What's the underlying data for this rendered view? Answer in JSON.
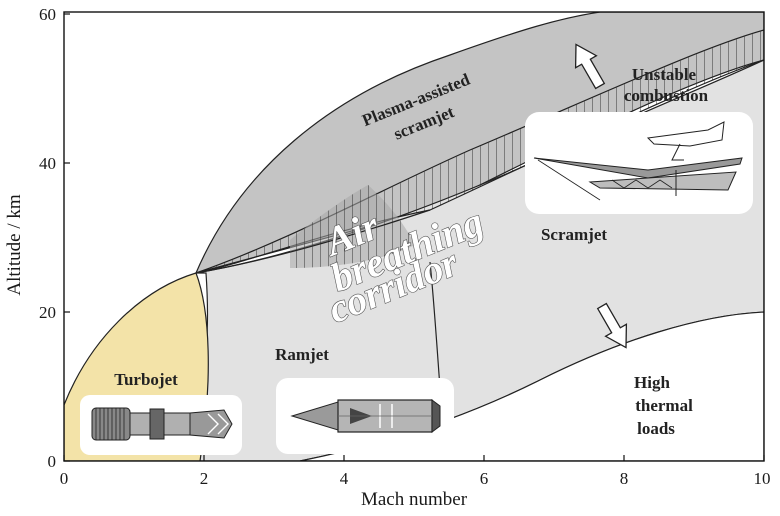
{
  "axes": {
    "x_title": "Mach number",
    "y_title": "Altitude / km",
    "x_ticks": [
      "0",
      "2",
      "4",
      "6",
      "8",
      "10"
    ],
    "y_ticks": [
      "0",
      "20",
      "40",
      "60"
    ]
  },
  "labels": {
    "plasma_line1": "Plasma-assisted",
    "plasma_line2": "scramjet",
    "unstable_line1": "Unstable",
    "unstable_line2": "combustion",
    "air": "Air",
    "breathing": "breathing",
    "corridor": "corridor",
    "scramjet": "Scramjet",
    "ramjet": "Ramjet",
    "turbojet": "Turbojet",
    "high": "High",
    "thermal": "thermal",
    "loads": "loads"
  },
  "icons": {
    "turbojet": "turbojet-engine-icon",
    "ramjet": "ramjet-engine-icon",
    "scramjet": "scramjet-vehicle-icon"
  },
  "colors": {
    "turbojet_fill": "#f3e3a8",
    "corridor_fill": "#e2e2e2",
    "upper_band_fill": "#c4c4c4",
    "background": "#ffffff"
  }
}
